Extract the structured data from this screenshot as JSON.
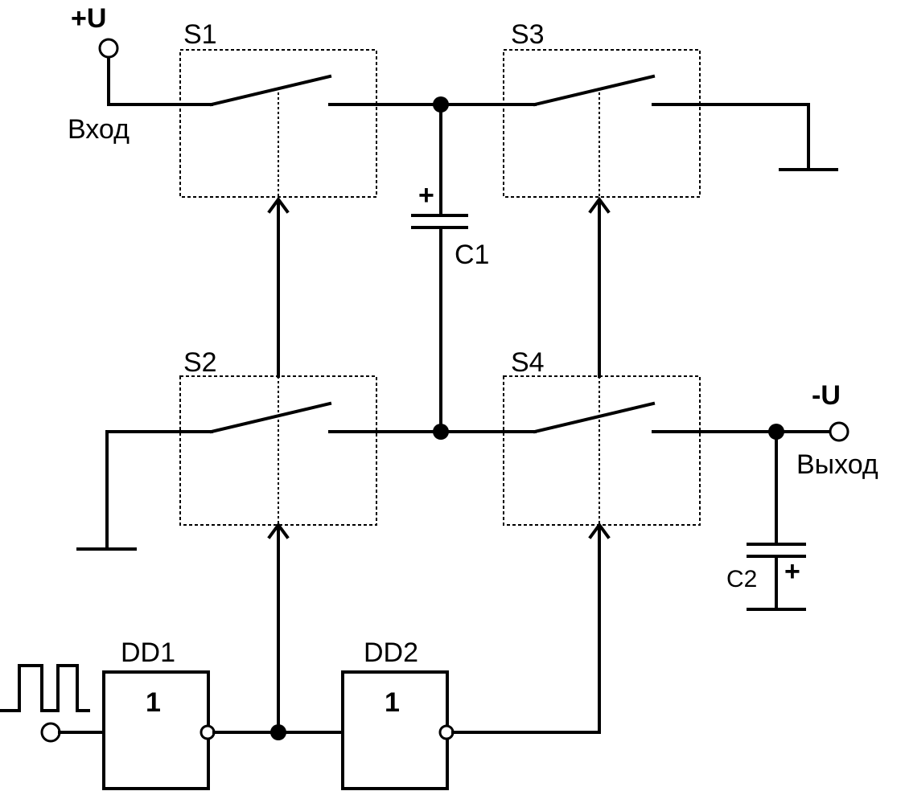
{
  "labels": {
    "plus_u": "+U",
    "minus_u": "-U",
    "input": "Вход",
    "output": "Выход",
    "s1": "S1",
    "s2": "S2",
    "s3": "S3",
    "s4": "S4",
    "c1": "C1",
    "c2": "C2",
    "dd1": "DD1",
    "dd2": "DD2",
    "dd1_symbol": "1",
    "dd2_symbol": "1",
    "c1_polarity": "+",
    "c2_polarity": "+"
  }
}
